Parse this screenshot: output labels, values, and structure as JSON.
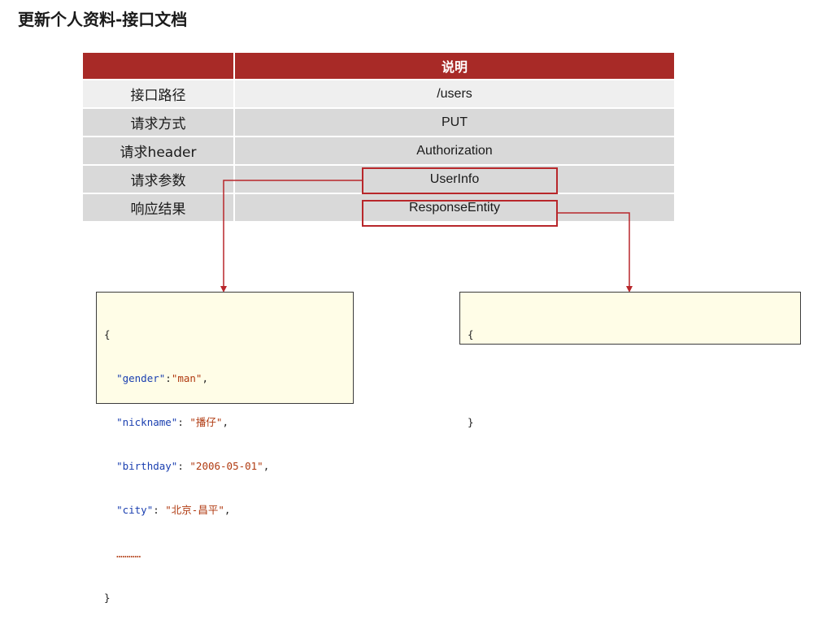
{
  "title": "更新个人资料-接口文档",
  "table": {
    "header": [
      "",
      "说明"
    ],
    "rows": [
      {
        "label": "接口路径",
        "value": "/users"
      },
      {
        "label": "请求方式",
        "value": "PUT"
      },
      {
        "label": "请求header",
        "value": "Authorization"
      },
      {
        "label": "请求参数",
        "value": "UserInfo"
      },
      {
        "label": "响应结果",
        "value": "ResponseEntity"
      }
    ]
  },
  "request_json": {
    "open": "{",
    "fields": [
      {
        "key": "\"gender\"",
        "sep": ":",
        "value": "\"man\"",
        "end": ","
      },
      {
        "key": "\"nickname\"",
        "sep": ": ",
        "value": "\"播仔\"",
        "end": ","
      },
      {
        "key": "\"birthday\"",
        "sep": ": ",
        "value": "\"2006-05-01\"",
        "end": ","
      },
      {
        "key": "\"city\"",
        "sep": ": ",
        "value": "\"北京-昌平\"",
        "end": ","
      }
    ],
    "ellipsis": "…………",
    "close": "}"
  },
  "response_json": {
    "open": "{",
    "close": "}"
  },
  "colors": {
    "header_bg": "#a82a27",
    "highlight_border": "#b8272b",
    "arrow": "#b8272b",
    "code_bg": "#fffde7"
  }
}
